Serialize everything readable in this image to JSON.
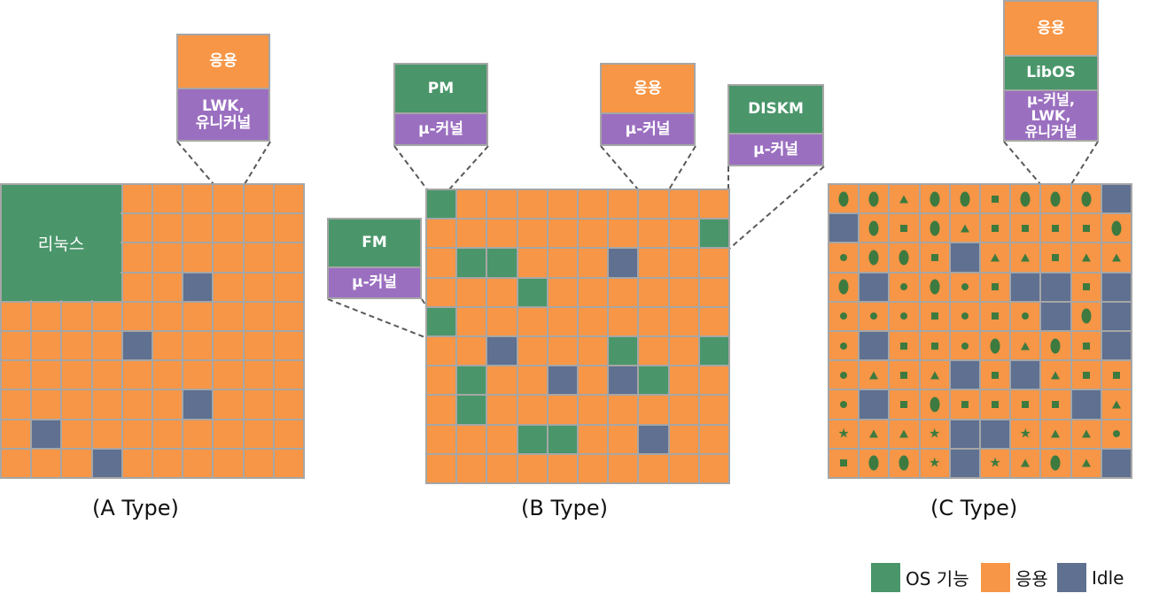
{
  "diagrams": {
    "a": {
      "caption": "(A Type)",
      "big_label": "리눅스",
      "callout": {
        "top": "응용",
        "bottom": "LWK,\n유니커널"
      }
    },
    "b": {
      "caption": "(B Type)",
      "callouts": {
        "pm": {
          "top": "PM",
          "bottom": "μ-커널"
        },
        "app": {
          "top": "응용",
          "bottom": "μ-커널"
        },
        "diskm": {
          "top": "DISKM",
          "bottom": "μ-커널"
        },
        "fm": {
          "top": "FM",
          "bottom": "μ-커널"
        }
      }
    },
    "c": {
      "caption": "(C Type)",
      "callout": {
        "top": "응용",
        "middle": "LibOS",
        "bottom": "μ-커널,\nLWK,\n유니커널"
      }
    }
  },
  "legend": {
    "os": {
      "label": "OS 기능",
      "color": "#4a966a"
    },
    "app": {
      "label": "응용",
      "color": "#f79646"
    },
    "idle": {
      "label": "Idle",
      "color": "#5f7090"
    }
  },
  "grid_a": [
    "....oooooo",
    "....oooooo",
    "....oooooo",
    "....ooioo",
    "oooooooooo",
    "ooooiooooo",
    "oooooooooo",
    "ooooooioo",
    "oioooooooo",
    "oooioooooo"
  ],
  "grid_b": [
    "gooooooooo",
    "ooooooooog",
    "oggoooiooo",
    "ooogoooooo",
    "gooooooooo",
    "ooiooogoog",
    "ogooioigoo",
    "ogoooooooo",
    "oooggooiooo",
    "oooooooooo"
  ],
  "grid_c": [
    "v v t v v s v v v I",
    "I v s v t s s s s v",
    "c v v s I t t s t t",
    "v I c v c s I I s I",
    "c c c s c s c I v I",
    "c I s s c v t v s I",
    "c t s t I s I t s s",
    "c I s v s s s s I t",
    "q t t q I I q t t c",
    "s v v o I q t v t I"
  ]
}
